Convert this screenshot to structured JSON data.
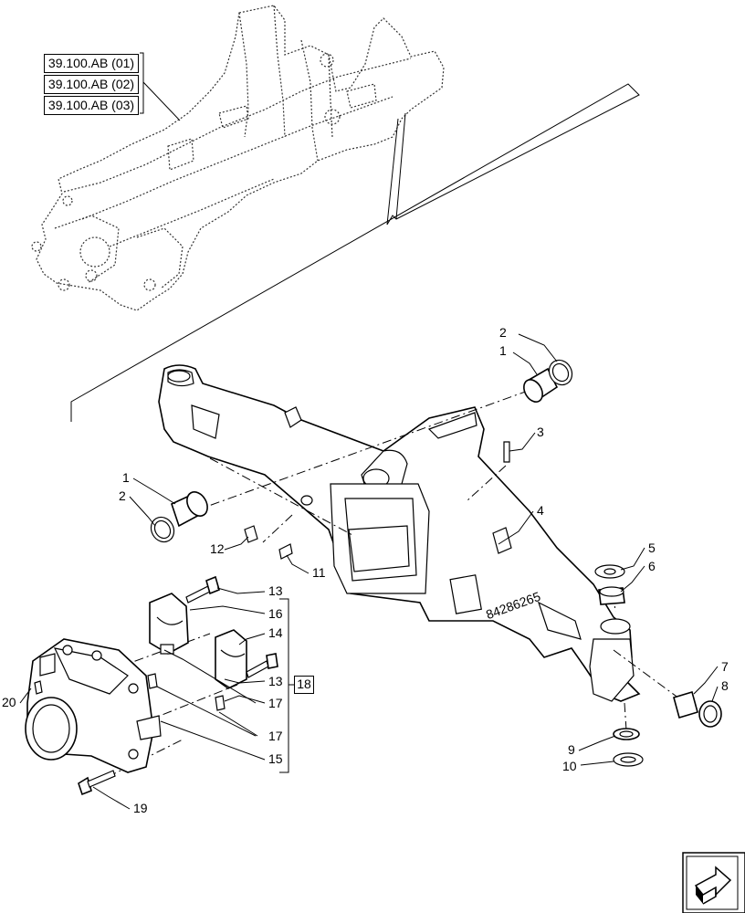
{
  "references": [
    "39.100.AB (01)",
    "39.100.AB (02)",
    "39.100.AB (03)"
  ],
  "group_label": "18",
  "callouts": [
    "1",
    "2",
    "3",
    "4",
    "5",
    "6",
    "7",
    "8",
    "9",
    "10",
    "11",
    "12",
    "13",
    "14",
    "15",
    "16",
    "17",
    "19",
    "20"
  ],
  "plate_text": "84286265",
  "nav_icon": "next-page-arrow-icon"
}
